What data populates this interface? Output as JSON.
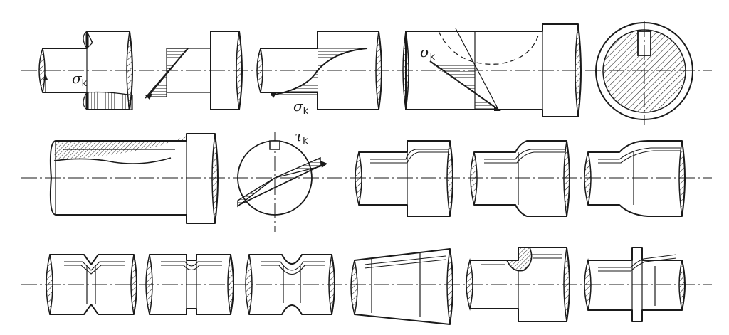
{
  "labels": {
    "sigma_torsion": {
      "symbol": "σ",
      "subscript": "k"
    },
    "sigma_bending": {
      "symbol": "σ",
      "subscript": "k"
    },
    "sigma_flange": {
      "symbol": "σ",
      "subscript": "k"
    },
    "tau": {
      "symbol": "τ",
      "subscript": "k"
    }
  },
  "colors": {
    "ink": "#1a1a1a",
    "background": "#ffffff"
  }
}
